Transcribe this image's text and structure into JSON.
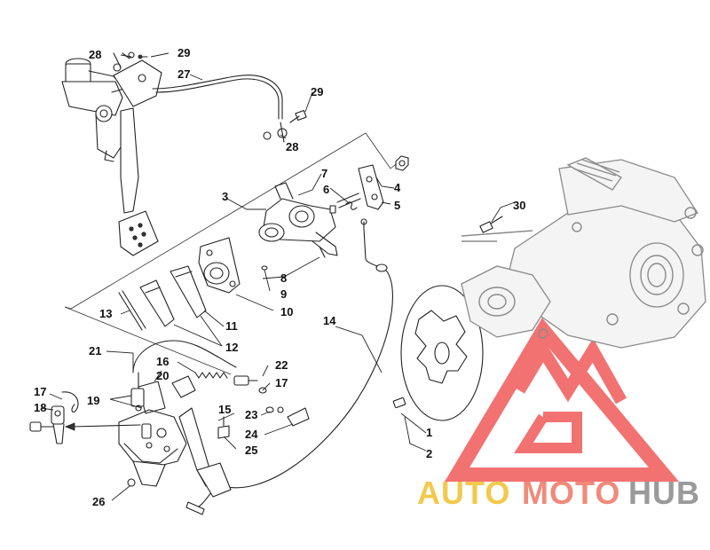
{
  "diagram": {
    "callouts": [
      {
        "id": "c1",
        "text": "1"
      },
      {
        "id": "c2",
        "text": "2"
      },
      {
        "id": "c3",
        "text": "3"
      },
      {
        "id": "c4",
        "text": "4"
      },
      {
        "id": "c5",
        "text": "5"
      },
      {
        "id": "c6",
        "text": "6"
      },
      {
        "id": "c7",
        "text": "7"
      },
      {
        "id": "c8",
        "text": "8"
      },
      {
        "id": "c9",
        "text": "9"
      },
      {
        "id": "c10",
        "text": "10"
      },
      {
        "id": "c11",
        "text": "11"
      },
      {
        "id": "c12",
        "text": "12"
      },
      {
        "id": "c13",
        "text": "13"
      },
      {
        "id": "c14",
        "text": "14"
      },
      {
        "id": "c15",
        "text": "15"
      },
      {
        "id": "c16",
        "text": "16"
      },
      {
        "id": "c17a",
        "text": "17"
      },
      {
        "id": "c17b",
        "text": "17"
      },
      {
        "id": "c18",
        "text": "18"
      },
      {
        "id": "c19",
        "text": "19"
      },
      {
        "id": "c20",
        "text": "20"
      },
      {
        "id": "c21",
        "text": "21"
      },
      {
        "id": "c22",
        "text": "22"
      },
      {
        "id": "c23",
        "text": "23"
      },
      {
        "id": "c24",
        "text": "24"
      },
      {
        "id": "c25",
        "text": "25"
      },
      {
        "id": "c26",
        "text": "26"
      },
      {
        "id": "c27",
        "text": "27"
      },
      {
        "id": "c28a",
        "text": "28"
      },
      {
        "id": "c28b",
        "text": "28"
      },
      {
        "id": "c29a",
        "text": "29"
      },
      {
        "id": "c29b",
        "text": "29"
      },
      {
        "id": "c30",
        "text": "30"
      }
    ]
  },
  "watermark": {
    "part1": "AUTO",
    "part2": "MOTO",
    "part3": "HUB",
    "colors": {
      "logo": "#f05a5a",
      "auto": "#f2c94c",
      "moto": "#f08a7a",
      "hub": "#9a9a9a"
    }
  }
}
